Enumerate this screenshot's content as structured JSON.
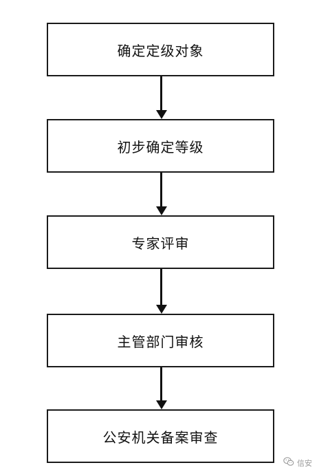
{
  "flowchart": {
    "steps": [
      {
        "label": "确定定级对象"
      },
      {
        "label": "初步确定等级"
      },
      {
        "label": "专家评审"
      },
      {
        "label": "主管部门审核"
      },
      {
        "label": "公安机关备案审查"
      }
    ]
  },
  "watermark": {
    "text": "信安",
    "icon": "wechat-icon"
  },
  "colors": {
    "line": "#111111",
    "background": "#ffffff",
    "watermark": "#9a9a9a"
  }
}
